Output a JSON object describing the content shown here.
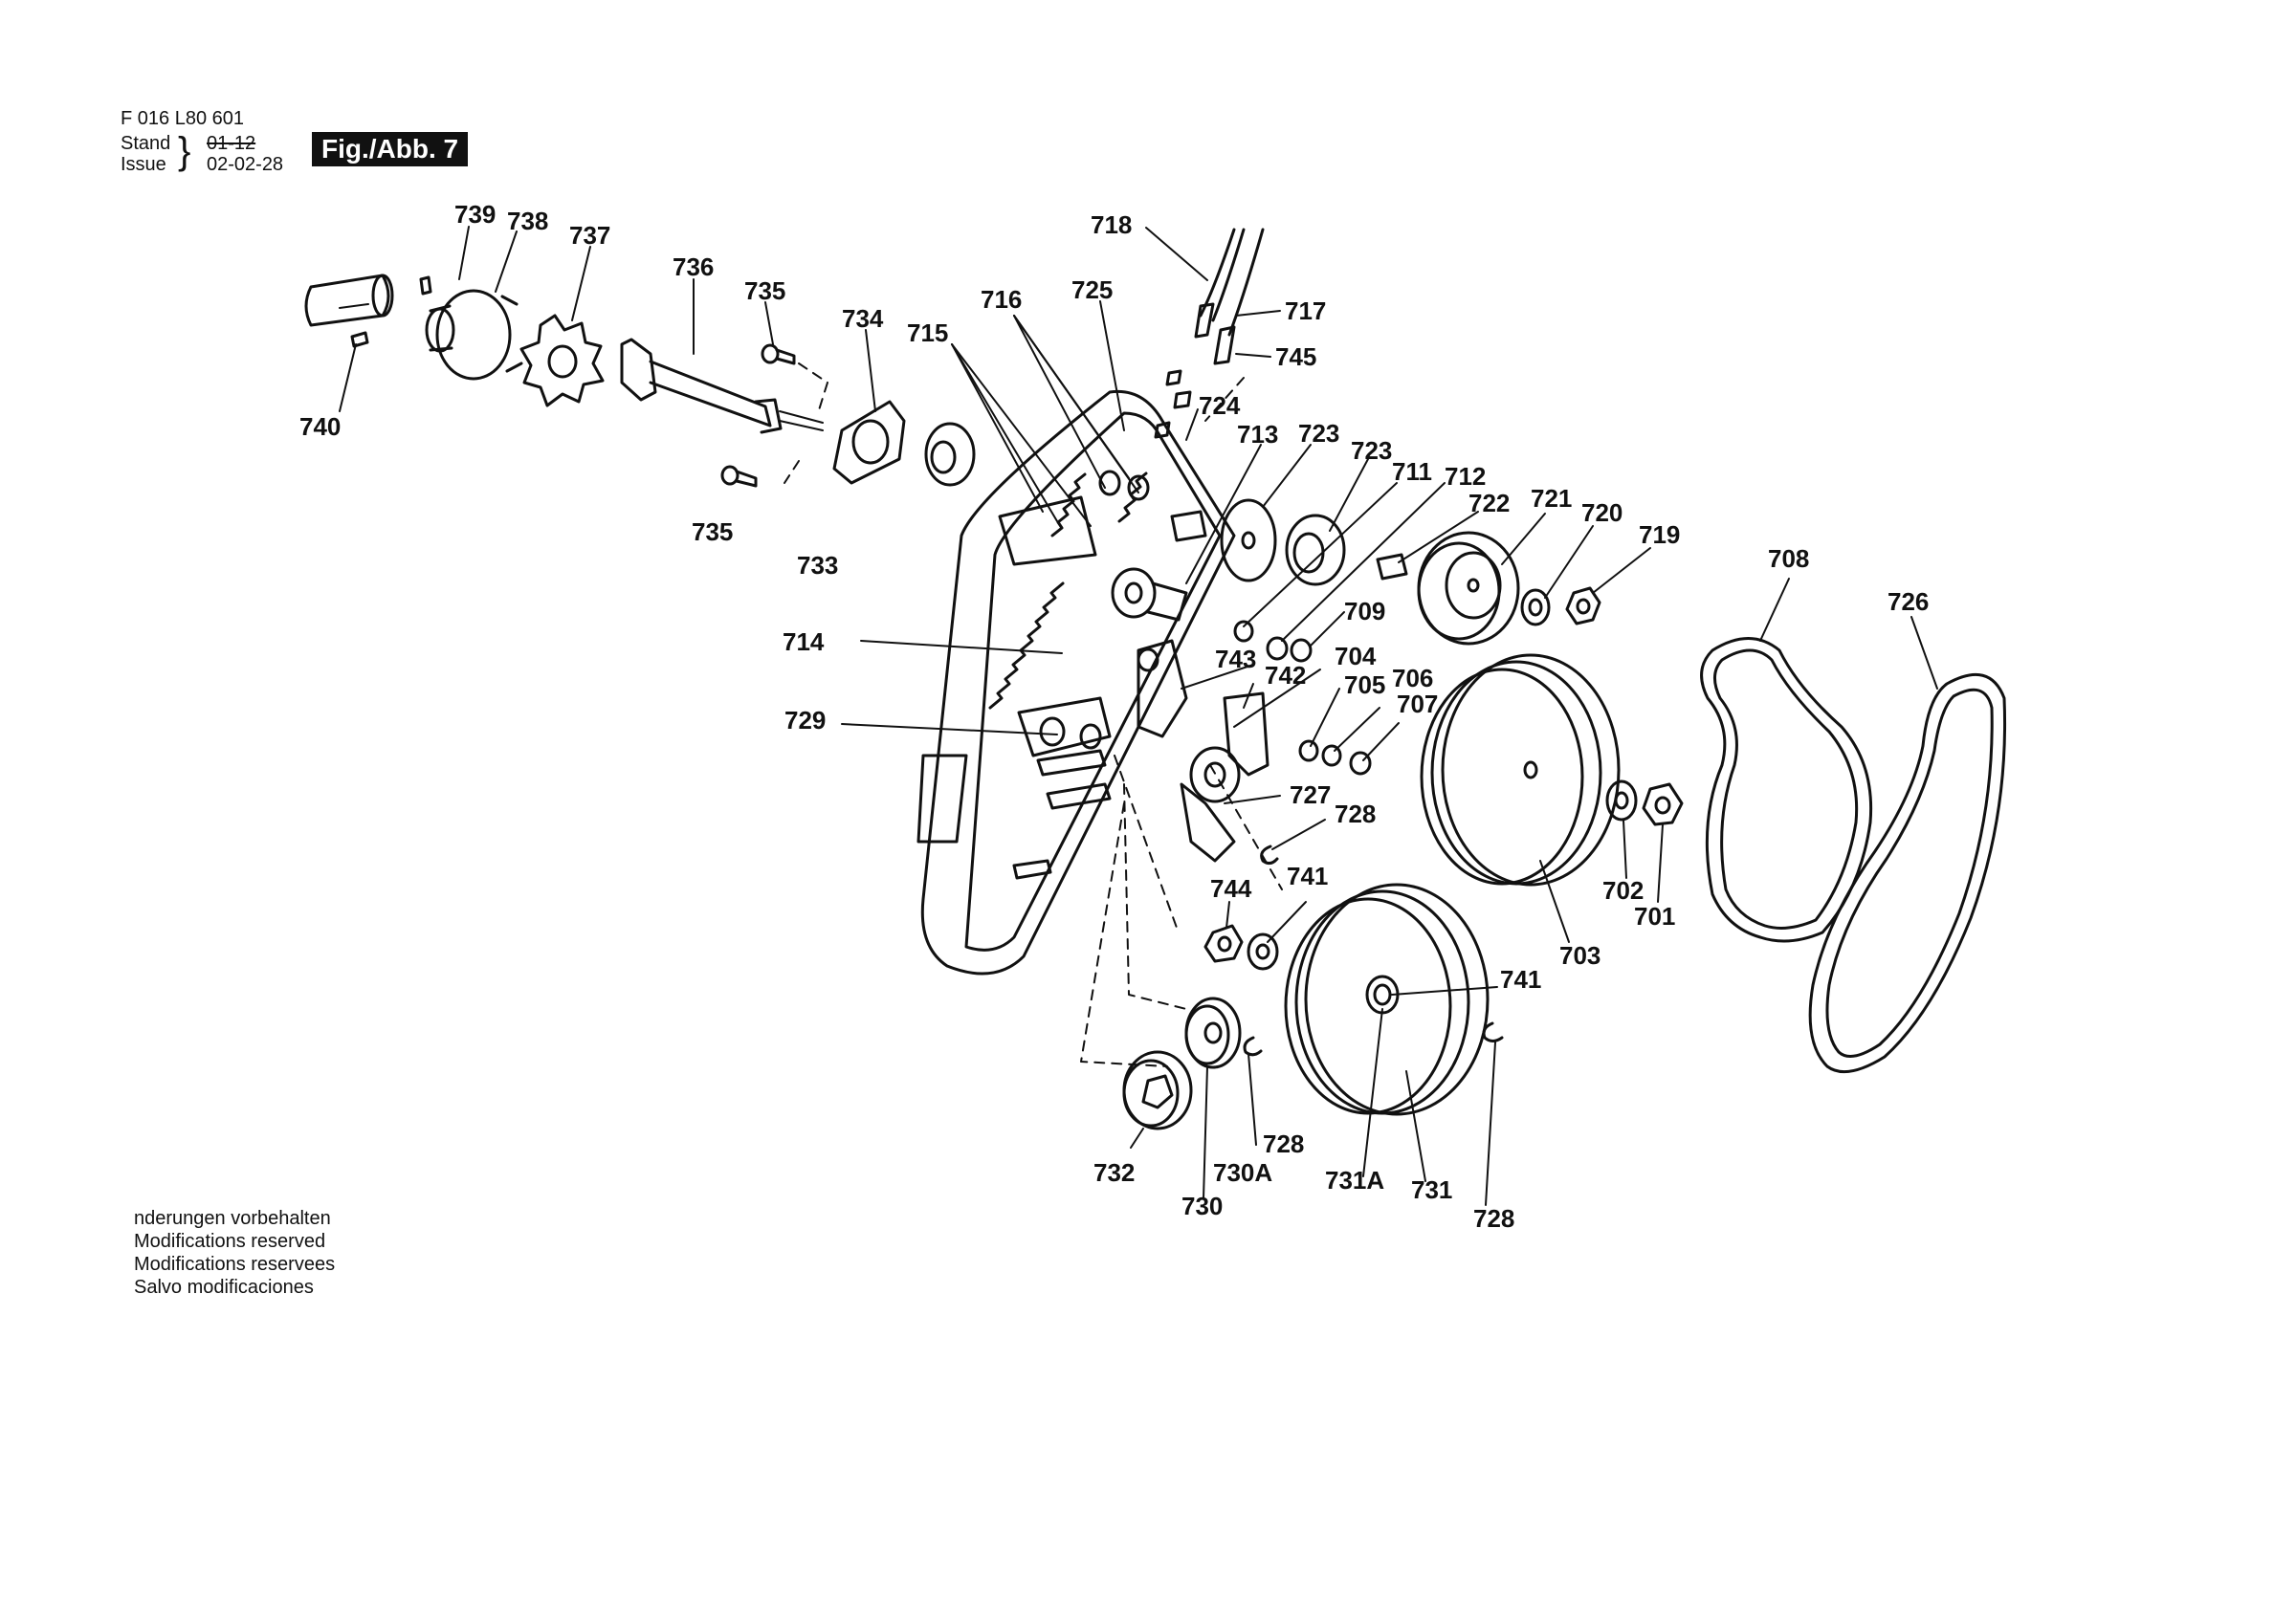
{
  "header": {
    "doc_number": "F 016 L80 601",
    "stand_label": "Stand",
    "issue_label": "Issue",
    "stand_value": "01-12",
    "issue_value": "02-02-28",
    "figure_label": "Fig./Abb. 7"
  },
  "notes": [
    "nderungen vorbehalten",
    "Modifications reserved",
    "Modifications reservees",
    "Salvo modificaciones"
  ],
  "part_labels": {
    "p701": "701",
    "p702": "702",
    "p703": "703",
    "p704": "704",
    "p705": "705",
    "p706": "706",
    "p707": "707",
    "p708": "708",
    "p709": "709",
    "p711": "711",
    "p712": "712",
    "p713": "713",
    "p714": "714",
    "p715": "715",
    "p716": "716",
    "p717": "717",
    "p718": "718",
    "p719": "719",
    "p720": "720",
    "p721": "721",
    "p722": "722",
    "p723a": "723",
    "p723b": "723",
    "p724": "724",
    "p725": "725",
    "p726": "726",
    "p727": "727",
    "p728a": "728",
    "p728b": "728",
    "p728c": "728",
    "p729": "729",
    "p730": "730",
    "p730A": "730A",
    "p731": "731",
    "p731A": "731A",
    "p732": "732",
    "p733": "733",
    "p734": "734",
    "p735a": "735",
    "p735b": "735",
    "p736": "736",
    "p737": "737",
    "p738": "738",
    "p739": "739",
    "p740": "740",
    "p741a": "741",
    "p741b": "741",
    "p742": "742",
    "p743": "743",
    "p744": "744",
    "p745": "745"
  }
}
